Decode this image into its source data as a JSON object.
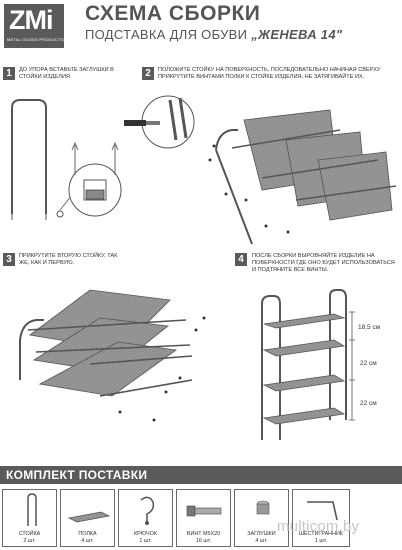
{
  "logo": {
    "text": "ZMi",
    "tagline": "METAL GOODS PRODUCTION"
  },
  "header": {
    "title": "СХЕМА СБОРКИ",
    "subtitle_prefix": "ПОДСТАВКА ДЛЯ ОБУВИ",
    "subtitle_name": "„ЖЕНЕВА 14\""
  },
  "steps": [
    {
      "number": "1",
      "text": "ДО УПОРА ВСТАВЬТЕ ЗАГЛУШКИ В СТОЙКИ ИЗДЕЛИЯ"
    },
    {
      "number": "2",
      "text": "ПОЛОЖИТЕ СТОЙКУ НА ПОВЕРХНОСТЬ, ПОСЛЕДОВАТЕЛЬНО НАЧИНАЯ СВЕРХУ ПРИКРУТИТЕ ВИНТАМИ ПОЛКИ К СТОЙКЕ ИЗДЕЛИЯ, НЕ ЗАТЯГИВАЙТЕ ИХ."
    },
    {
      "number": "3",
      "text": "ПРИКРУТИТЕ ВТОРУЮ СТОЙКУ, ТАК ЖЕ, КАК И ПЕРВУЮ."
    },
    {
      "number": "4",
      "text": "ПОСЛЕ СБОРКИ ВЫРОВНЯЙТЕ ИЗДЕЛИЕ НА ПОВЕРХНОСТИ ГДЕ ОНО БУДЕТ ИСПОЛЬЗОВАТЬСЯ И ПОДТЯНИТЕ ВСЕ ВИНТЫ."
    }
  ],
  "dimensions": [
    "18,5 см",
    "22 см",
    "22 см"
  ],
  "kit": {
    "title": "КОМПЛЕКТ ПОСТАВКИ",
    "items": [
      {
        "label": "СТОЙКА",
        "qty": "2 шт."
      },
      {
        "label": "ПОЛКА",
        "qty": "4 шт."
      },
      {
        "label": "КРЮЧОК",
        "qty": "1 шт."
      },
      {
        "label": "ВИНТ М5х20",
        "qty": "16 шт."
      },
      {
        "label": "ЗАГЛУШКИ",
        "qty": "4 шт."
      },
      {
        "label": "ШЕСТИГРАННИК",
        "qty": "1 шт."
      }
    ]
  },
  "watermark": "multicom.by",
  "colors": {
    "dark": "#5a5a5a",
    "mesh": "#8a8a8a"
  }
}
